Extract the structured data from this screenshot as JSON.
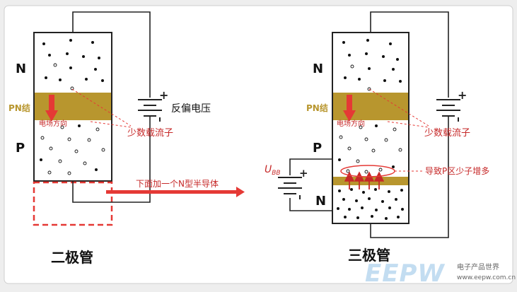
{
  "labels": {
    "n_left": "N",
    "p_left": "P",
    "pn_left": "PN结",
    "field_left": "电场方向",
    "minority_left": "少数载流子",
    "reverse_voltage": "反偏电压",
    "add_n": "下面加一个N型半导体",
    "diode_caption": "二极管",
    "n_right_top": "N",
    "p_right": "P",
    "n_right_bottom": "N",
    "pn_right": "PN结",
    "field_right": "电场方向",
    "minority_right": "少数载流子",
    "ubb_main": "U",
    "ubb_sub": "BB",
    "increase": "导致P区少子增多",
    "transistor_caption": "三极管"
  },
  "watermark": {
    "logo": "EEPW",
    "cn": "电子产品世界",
    "site": "www.eepw.com.cn"
  },
  "colors": {
    "red": "#e53935",
    "dark_red": "#c62828",
    "junction": "#b8962e",
    "wire": "#222222",
    "panel": "#ffffff",
    "background": "#eeeeee"
  },
  "icons": {
    "battery": "battery-symbol",
    "arrow": "red-arrow"
  }
}
